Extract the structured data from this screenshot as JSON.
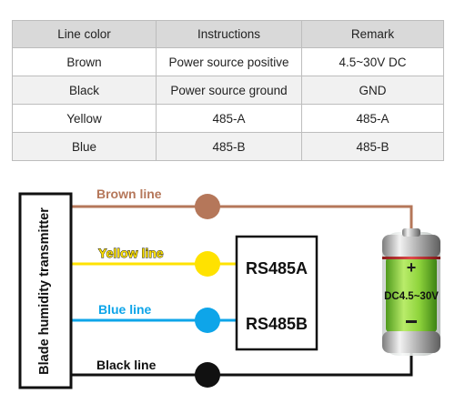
{
  "table": {
    "headers": [
      "Line color",
      "Instructions",
      "Remark"
    ],
    "rows": [
      [
        "Brown",
        "Power source positive",
        "4.5~30V DC"
      ],
      [
        "Black",
        "Power source ground",
        "GND"
      ],
      [
        "Yellow",
        "485-A",
        "485-A"
      ],
      [
        "Blue",
        "485-B",
        "485-B"
      ]
    ]
  },
  "diagram": {
    "device_label": "Blade humidity transmitter",
    "brown_line": "Brown line",
    "yellow_line": "Yellow line",
    "blue_line": "Blue line",
    "black_line": "Black line",
    "rs485a": "RS485A",
    "rs485b": "RS485B",
    "battery_label": "DC4.5~30V",
    "colors": {
      "brown": "#b5775a",
      "yellow": "#ffe200",
      "blue": "#0ea5e9",
      "black": "#111111"
    }
  }
}
